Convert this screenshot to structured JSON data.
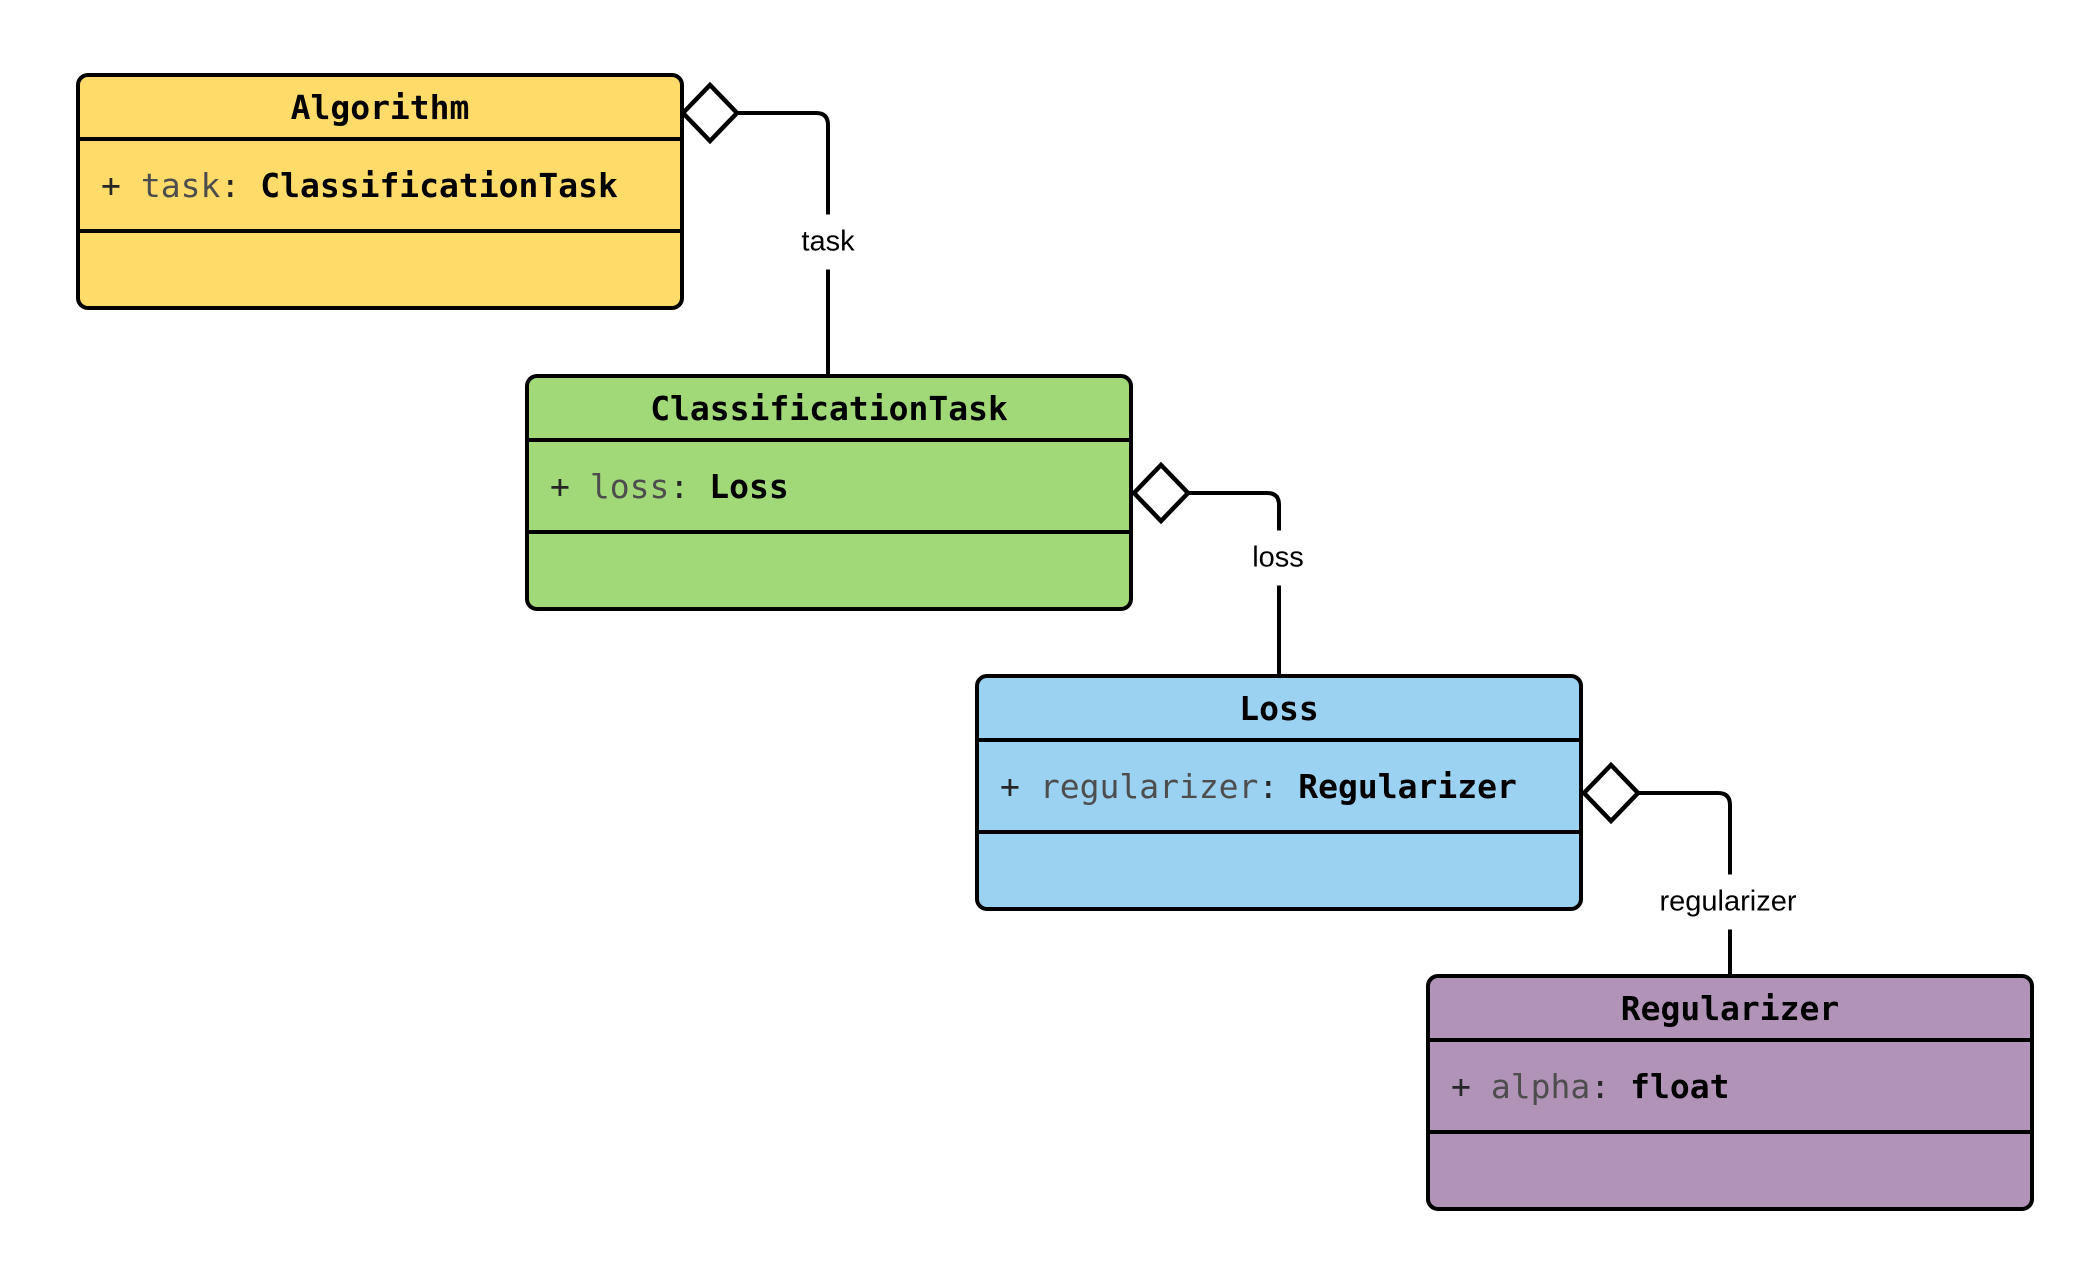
{
  "diagram": {
    "kind": "uml-class-diagram",
    "background_color": "#ffffff",
    "line_color": "#000000",
    "classes": [
      {
        "name": "Algorithm",
        "fill": "#ffdc69",
        "attribute": {
          "visibility": "+",
          "name": "task",
          "separator": ":",
          "type": "ClassificationTask"
        }
      },
      {
        "name": "ClassificationTask",
        "fill": "#a1d878",
        "attribute": {
          "visibility": "+",
          "name": "loss",
          "separator": ":",
          "type": "Loss"
        }
      },
      {
        "name": "Loss",
        "fill": "#9bd1f1",
        "attribute": {
          "visibility": "+",
          "name": "regularizer",
          "separator": ":",
          "type": "Regularizer"
        }
      },
      {
        "name": "Regularizer",
        "fill": "#b293b8",
        "attribute": {
          "visibility": "+",
          "name": "alpha",
          "separator": ":",
          "type": "float"
        }
      }
    ],
    "edges": [
      {
        "label": "task",
        "kind": "aggregation",
        "from": "Algorithm",
        "to": "ClassificationTask"
      },
      {
        "label": "loss",
        "kind": "aggregation",
        "from": "ClassificationTask",
        "to": "Loss"
      },
      {
        "label": "regularizer",
        "kind": "aggregation",
        "from": "Loss",
        "to": "Regularizer"
      }
    ]
  }
}
